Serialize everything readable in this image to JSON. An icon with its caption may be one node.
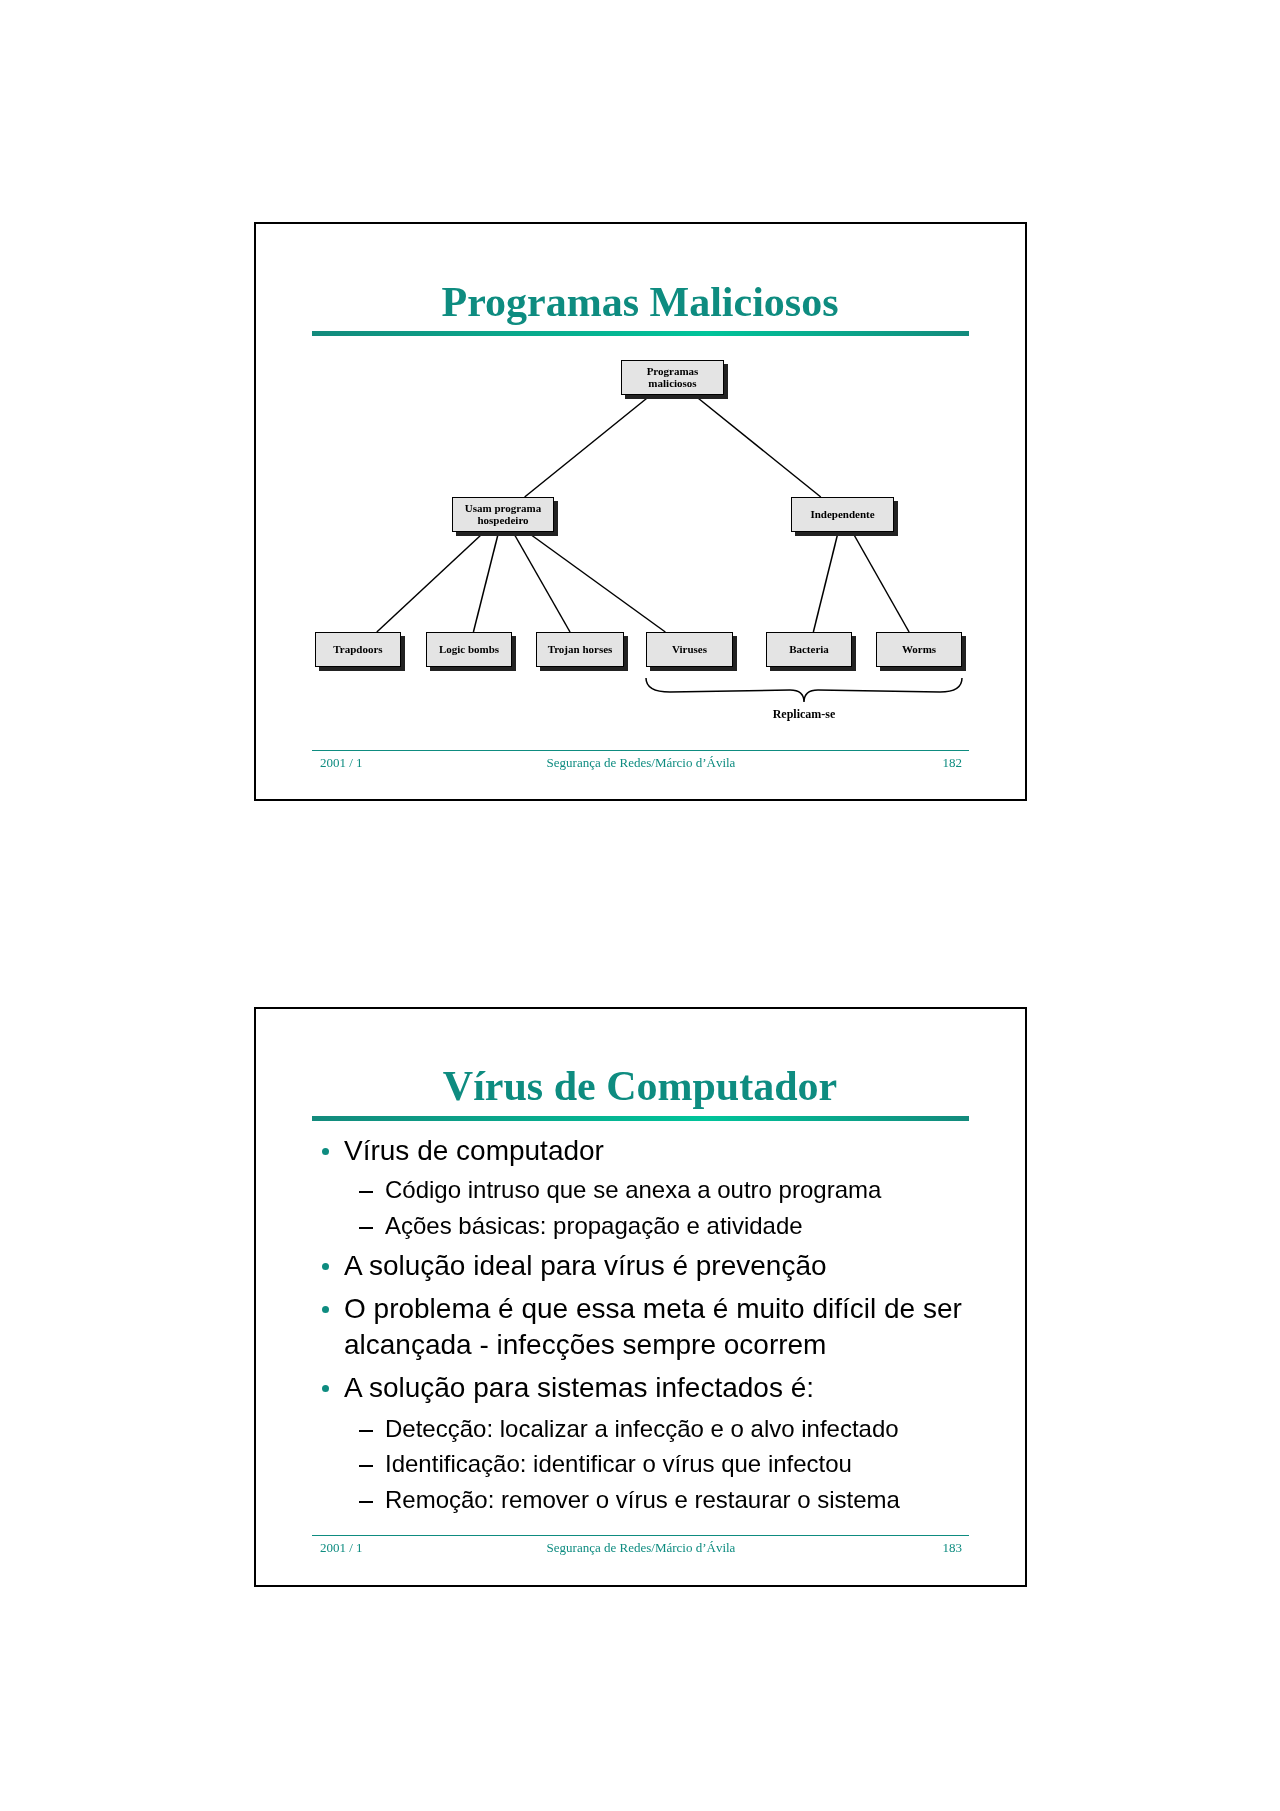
{
  "diagram": {
    "nodes": [
      {
        "text": [
          "Programas maliciosos"
        ]
      },
      {
        "text": [
          "Usam programa hospedeiro"
        ]
      },
      {
        "text": [
          "Independente"
        ]
      },
      {
        "text": [
          "Trapdoors"
        ]
      },
      {
        "text": [
          "Logic bombs"
        ]
      },
      {
        "text": [
          "Trojan horses"
        ]
      },
      {
        "text": [
          "Viruses"
        ]
      },
      {
        "text": [
          "Bacteria"
        ]
      },
      {
        "text": [
          "Worms"
        ]
      }
    ],
    "edges": [
      {
        "from": 0,
        "to": 1,
        "arrow": "none"
      },
      {
        "from": 0,
        "to": 2,
        "arrow": "none"
      },
      {
        "from": 1,
        "to": 3,
        "arrow": "none"
      },
      {
        "from": 1,
        "to": 4,
        "arrow": "none"
      },
      {
        "from": 1,
        "to": 5,
        "arrow": "none"
      },
      {
        "from": 1,
        "to": 6,
        "arrow": "none"
      },
      {
        "from": 2,
        "to": 7,
        "arrow": "none"
      },
      {
        "from": 2,
        "to": 8,
        "arrow": "none"
      }
    ],
    "labels": [
      "Programas Maliciosos",
      "Replicam-se",
      "2001 / 1",
      "Segurança de Redes/Márcio d’Ávila",
      "182",
      "Vírus de Computador",
      "Vírus de computador",
      "Código intruso que se anexa a outro programa",
      "Ações básicas: propagação e atividade",
      "A solução ideal para vírus é prevenção",
      "O problema é que essa meta é muito difícil de ser alcançada - infecções sempre ocorrem",
      "A solução para sistemas infectados é:",
      "Detecção: localizar a infecção e o alvo infectado",
      "Identificação: identificar o vírus que infectou",
      "Remoção: remover o vírus e restaurar o sistema",
      "2001 / 1",
      "Segurança de Redes/Márcio d’Ávila",
      "183"
    ]
  }
}
